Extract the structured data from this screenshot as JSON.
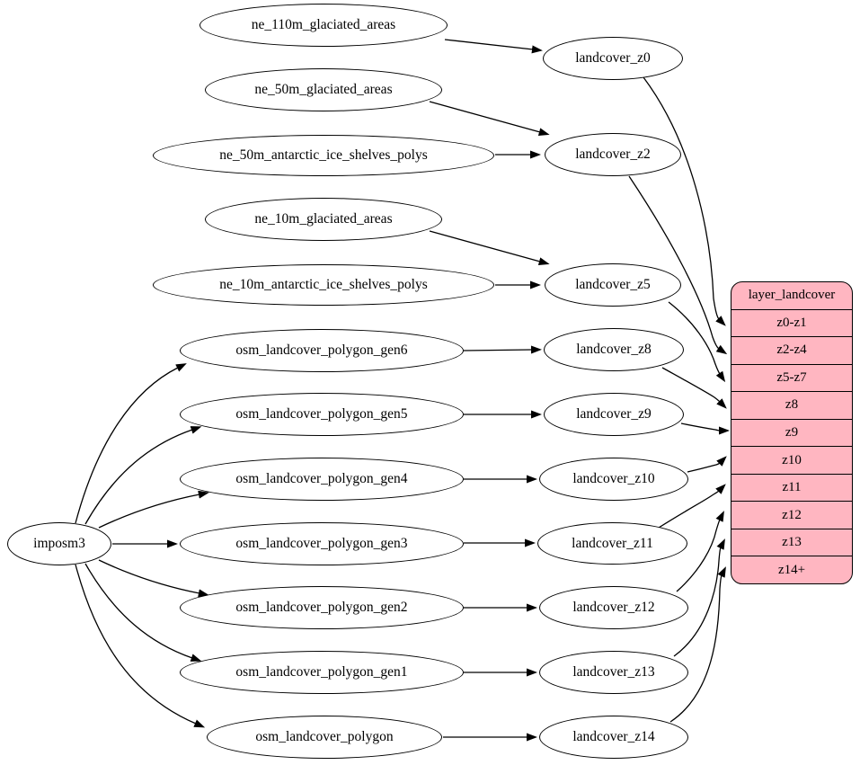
{
  "diagram": {
    "colors": {
      "background": "#ffffff",
      "node_fill": "#ffffff",
      "node_stroke": "#000000",
      "edge": "#000000",
      "record_fill": "#ffb6c1"
    },
    "nodes": {
      "imposm3": "imposm3",
      "ne_110m_glaciated_areas": "ne_110m_glaciated_areas",
      "ne_50m_glaciated_areas": "ne_50m_glaciated_areas",
      "ne_50m_antarctic_ice_shelves_polys": "ne_50m_antarctic_ice_shelves_polys",
      "ne_10m_glaciated_areas": "ne_10m_glaciated_areas",
      "ne_10m_antarctic_ice_shelves_polys": "ne_10m_antarctic_ice_shelves_polys",
      "osm_landcover_polygon_gen6": "osm_landcover_polygon_gen6",
      "osm_landcover_polygon_gen5": "osm_landcover_polygon_gen5",
      "osm_landcover_polygon_gen4": "osm_landcover_polygon_gen4",
      "osm_landcover_polygon_gen3": "osm_landcover_polygon_gen3",
      "osm_landcover_polygon_gen2": "osm_landcover_polygon_gen2",
      "osm_landcover_polygon_gen1": "osm_landcover_polygon_gen1",
      "osm_landcover_polygon": "osm_landcover_polygon",
      "landcover_z0": "landcover_z0",
      "landcover_z2": "landcover_z2",
      "landcover_z5": "landcover_z5",
      "landcover_z8": "landcover_z8",
      "landcover_z9": "landcover_z9",
      "landcover_z10": "landcover_z10",
      "landcover_z11": "landcover_z11",
      "landcover_z12": "landcover_z12",
      "landcover_z13": "landcover_z13",
      "landcover_z14": "landcover_z14"
    },
    "record": {
      "title": "layer_landcover",
      "rows": [
        "z0-z1",
        "z2-z4",
        "z5-z7",
        "z8",
        "z9",
        "z10",
        "z11",
        "z12",
        "z13",
        "z14+"
      ]
    },
    "edges": [
      {
        "from": "ne_110m_glaciated_areas",
        "to": "landcover_z0"
      },
      {
        "from": "ne_50m_glaciated_areas",
        "to": "landcover_z2"
      },
      {
        "from": "ne_50m_antarctic_ice_shelves_polys",
        "to": "landcover_z2"
      },
      {
        "from": "ne_10m_glaciated_areas",
        "to": "landcover_z5"
      },
      {
        "from": "ne_10m_antarctic_ice_shelves_polys",
        "to": "landcover_z5"
      },
      {
        "from": "imposm3",
        "to": "osm_landcover_polygon_gen6"
      },
      {
        "from": "imposm3",
        "to": "osm_landcover_polygon_gen5"
      },
      {
        "from": "imposm3",
        "to": "osm_landcover_polygon_gen4"
      },
      {
        "from": "imposm3",
        "to": "osm_landcover_polygon_gen3"
      },
      {
        "from": "imposm3",
        "to": "osm_landcover_polygon_gen2"
      },
      {
        "from": "imposm3",
        "to": "osm_landcover_polygon_gen1"
      },
      {
        "from": "imposm3",
        "to": "osm_landcover_polygon"
      },
      {
        "from": "osm_landcover_polygon_gen6",
        "to": "landcover_z8"
      },
      {
        "from": "osm_landcover_polygon_gen5",
        "to": "landcover_z9"
      },
      {
        "from": "osm_landcover_polygon_gen4",
        "to": "landcover_z10"
      },
      {
        "from": "osm_landcover_polygon_gen3",
        "to": "landcover_z11"
      },
      {
        "from": "osm_landcover_polygon_gen2",
        "to": "landcover_z12"
      },
      {
        "from": "osm_landcover_polygon_gen1",
        "to": "landcover_z13"
      },
      {
        "from": "osm_landcover_polygon",
        "to": "landcover_z14"
      },
      {
        "from": "landcover_z0",
        "to": "layer_landcover:z0-z1"
      },
      {
        "from": "landcover_z2",
        "to": "layer_landcover:z2-z4"
      },
      {
        "from": "landcover_z5",
        "to": "layer_landcover:z5-z7"
      },
      {
        "from": "landcover_z8",
        "to": "layer_landcover:z8"
      },
      {
        "from": "landcover_z9",
        "to": "layer_landcover:z9"
      },
      {
        "from": "landcover_z10",
        "to": "layer_landcover:z10"
      },
      {
        "from": "landcover_z11",
        "to": "layer_landcover:z11"
      },
      {
        "from": "landcover_z12",
        "to": "layer_landcover:z12"
      },
      {
        "from": "landcover_z13",
        "to": "layer_landcover:z13"
      },
      {
        "from": "landcover_z14",
        "to": "layer_landcover:z14+"
      }
    ]
  }
}
